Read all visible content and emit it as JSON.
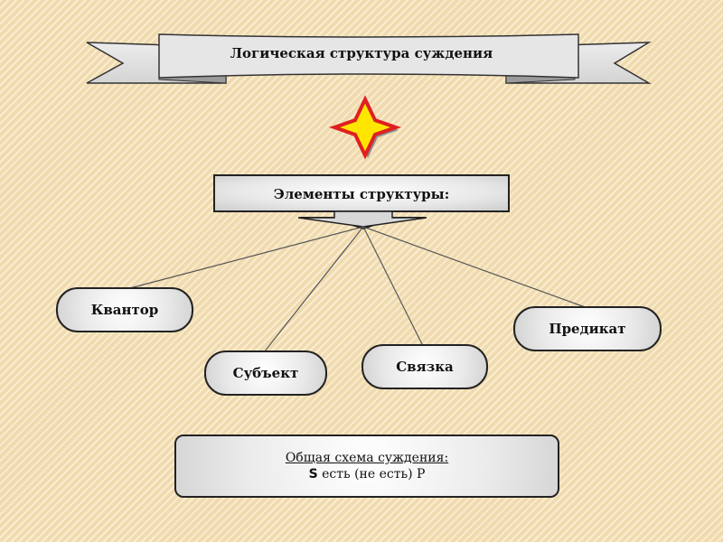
{
  "banner": {
    "title": "Логическая структура суждения"
  },
  "elements_box": {
    "title": "Элементы структуры:"
  },
  "nodes": [
    {
      "label": "Квантор"
    },
    {
      "label": "Субъект"
    },
    {
      "label": "Связка"
    },
    {
      "label": "Предикат"
    }
  ],
  "schema": {
    "title": "Общая схема суждения:",
    "subject_letter": "S",
    "formula": " есть (не есть) Р"
  },
  "colors": {
    "background": "#f6e4bc",
    "star_fill": "#ffe600",
    "star_outline": "#e02020",
    "star_shadow": "#8c8c8c",
    "border": "#222222"
  },
  "icons": {
    "decoration": "four-point-star-icon"
  }
}
